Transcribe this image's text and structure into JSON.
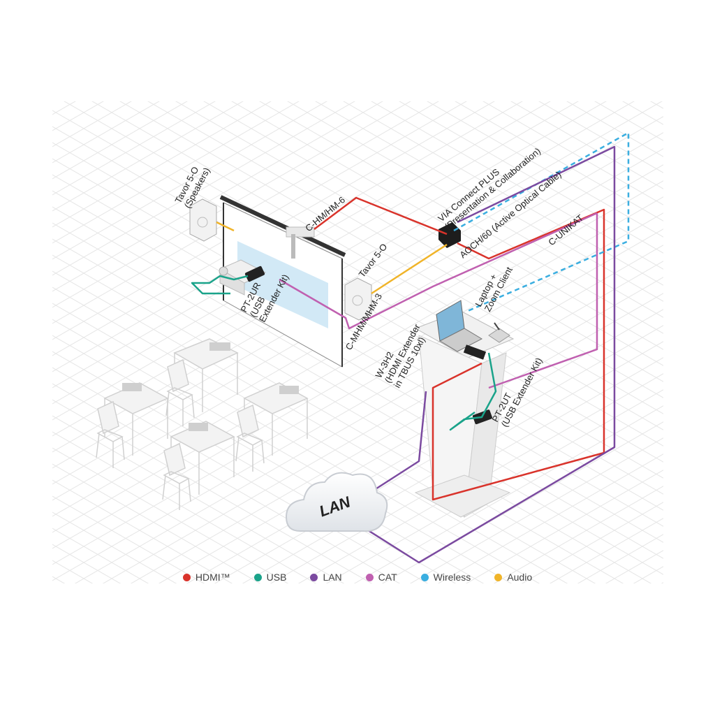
{
  "colors": {
    "hdmi": "#d9332b",
    "usb": "#1aa38a",
    "lan": "#7b4aa0",
    "cat": "#c060b0",
    "wireless": "#3aaee0",
    "audio": "#f0b429"
  },
  "labels": {
    "speakers_top": [
      "Tavor 5-O",
      "(Speakers)"
    ],
    "c_hm": "C-HM/HM-6",
    "via": [
      "VIA Connect PLUS",
      "(Presentation & Collaboration)"
    ],
    "aoch": "AOCH/60 (Active Optical Cable)",
    "c_unikat": "C-UNIKAT",
    "tavor_right": "Tavor 5-O",
    "pt2ur": [
      "PT-2UR",
      "(USB",
      "Extender Kit)"
    ],
    "laptop": [
      "Laptop +",
      "Zoom Client"
    ],
    "c_mhm": "C-MHM/MHM-3",
    "w3h2": [
      "W-3H2",
      "(HDMI Extender",
      "in TBUS 10xl)"
    ],
    "pt2ut": [
      "PT-2UT",
      "(USB Extender Kit)"
    ],
    "lan_cloud": "LAN"
  },
  "legend": [
    {
      "label": "HDMI™",
      "color": "#d9332b"
    },
    {
      "label": "USB",
      "color": "#1aa38a"
    },
    {
      "label": "LAN",
      "color": "#7b4aa0"
    },
    {
      "label": "CAT",
      "color": "#c060b0"
    },
    {
      "label": "Wireless",
      "color": "#3aaee0"
    },
    {
      "label": "Audio",
      "color": "#f0b429"
    }
  ]
}
